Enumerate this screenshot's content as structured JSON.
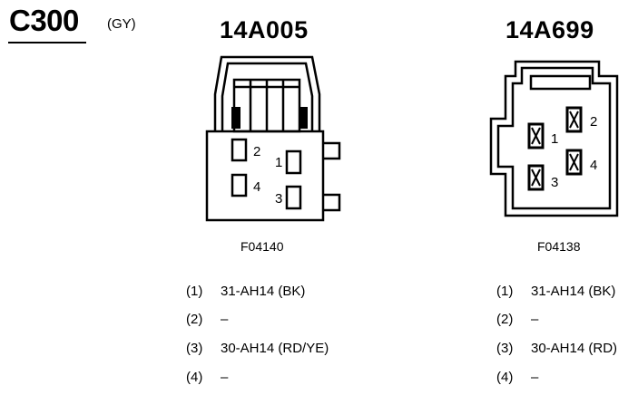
{
  "header": {
    "connector_id": "C300",
    "connector_color": "(GY)"
  },
  "connectors": [
    {
      "part_number": "14A005",
      "figure_code": "F04140",
      "cavity_labels": [
        "1",
        "2",
        "3",
        "4"
      ],
      "pins": [
        {
          "num": "(1)",
          "circuit": "31-AH14 (BK)"
        },
        {
          "num": "(2)",
          "circuit": "–"
        },
        {
          "num": "(3)",
          "circuit": "30-AH14 (RD/YE)"
        },
        {
          "num": "(4)",
          "circuit": "–"
        }
      ]
    },
    {
      "part_number": "14A699",
      "figure_code": "F04138",
      "cavity_labels": [
        "1",
        "2",
        "3",
        "4"
      ],
      "pins": [
        {
          "num": "(1)",
          "circuit": "31-AH14 (BK)"
        },
        {
          "num": "(2)",
          "circuit": "–"
        },
        {
          "num": "(3)",
          "circuit": "30-AH14 (RD)"
        },
        {
          "num": "(4)",
          "circuit": "–"
        }
      ]
    }
  ]
}
